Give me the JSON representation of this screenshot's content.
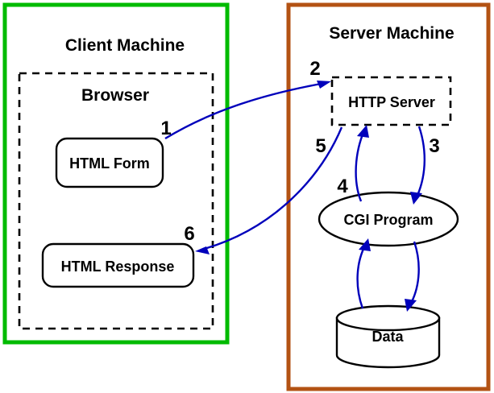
{
  "diagram": {
    "title_client": "Client Machine",
    "title_server": "Server Machine",
    "client_border_color": "#00bb00",
    "server_border_color": "#b35213",
    "arrow_color": "#0000bb",
    "shape_color": "#000000",
    "background_color": "#ffffff",
    "containers": [
      {
        "name": "client-machine",
        "label": "Client Machine",
        "style": "solid",
        "color": "#00bb00"
      },
      {
        "name": "server-machine",
        "label": "Server Machine",
        "style": "solid",
        "color": "#b35213"
      },
      {
        "name": "browser",
        "label": "Browser",
        "style": "dashed",
        "color": "#000000"
      }
    ],
    "browser_label": "Browser",
    "nodes": [
      {
        "id": "html-form",
        "label": "HTML Form",
        "shape": "rounded-rect"
      },
      {
        "id": "html-response",
        "label": "HTML Response",
        "shape": "rounded-rect"
      },
      {
        "id": "http-server",
        "label": "HTTP Server",
        "shape": "dashed-rect"
      },
      {
        "id": "cgi-program",
        "label": "CGI Program",
        "shape": "ellipse"
      },
      {
        "id": "data",
        "label": "Data",
        "shape": "cylinder"
      }
    ],
    "steps": [
      {
        "number": "1",
        "from": "html-form",
        "to": "http-server"
      },
      {
        "number": "2",
        "from": "html-form",
        "to": "http-server"
      },
      {
        "number": "3",
        "from": "http-server",
        "to": "cgi-program"
      },
      {
        "number": "4",
        "from": "cgi-program",
        "to": "http-server"
      },
      {
        "number": "5",
        "from": "http-server",
        "to": "html-response"
      },
      {
        "number": "6",
        "from": "http-server",
        "to": "html-response"
      }
    ],
    "step_labels": {
      "one": "1",
      "two": "2",
      "three": "3",
      "four": "4",
      "five": "5",
      "six": "6"
    }
  }
}
